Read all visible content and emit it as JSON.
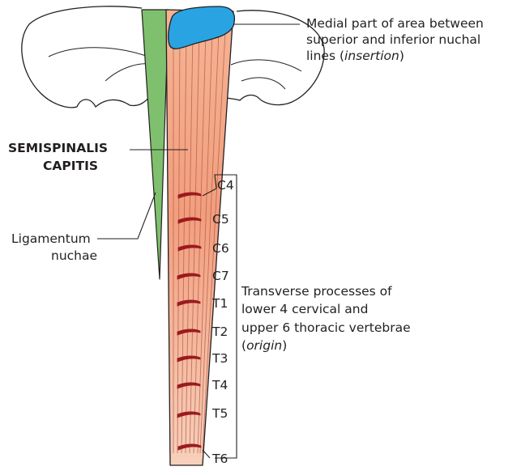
{
  "insertion": {
    "line1": "Medial part of area between",
    "line2": "superior and inferior nuchal",
    "line3_prefix": "lines (",
    "line3_italic": "insertion",
    "line3_suffix": ")"
  },
  "muscle": {
    "line1": "SEMISPINALIS",
    "line2": "CAPITIS"
  },
  "ligament": {
    "line1": "Ligamentum",
    "line2": "nuchae"
  },
  "origin": {
    "line1": "Transverse processes of",
    "line2": "lower 4 cervical and",
    "line3": "upper 6 thoracic vertebrae",
    "line4_prefix": "(",
    "line4_italic": "origin",
    "line4_suffix": ")"
  },
  "segments": [
    "C4",
    "C5",
    "C6",
    "C7",
    "T1",
    "T2",
    "T3",
    "T4",
    "T5",
    "T6"
  ],
  "colors": {
    "muscle": "#f2a07f",
    "ligament": "#7fc06e",
    "insertion_area": "#29a3e2",
    "origin_marks": "#9b1b1e",
    "outline": "#231f20"
  }
}
